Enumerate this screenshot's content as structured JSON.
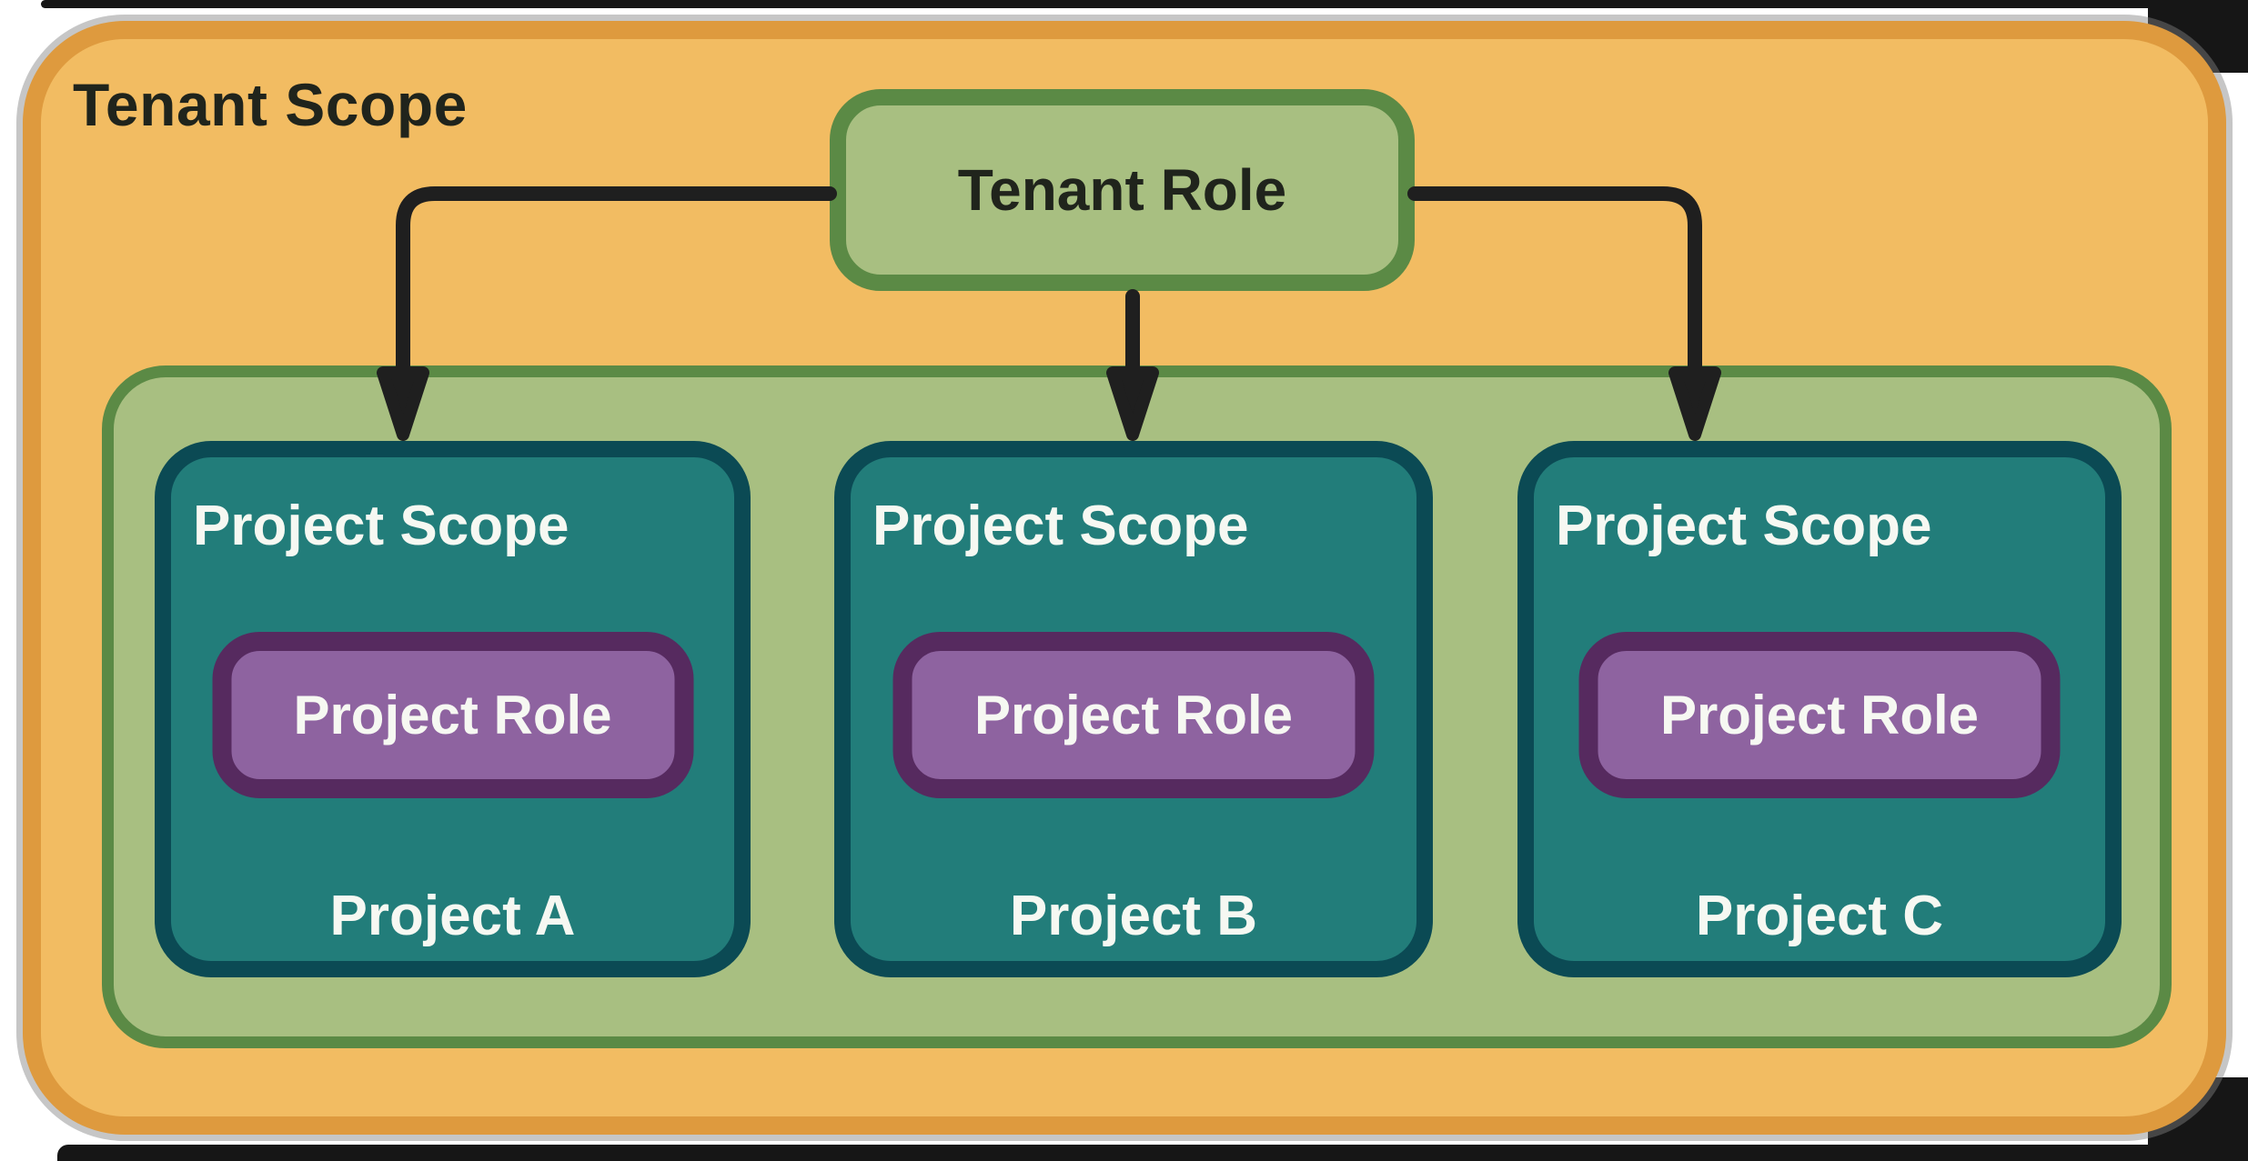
{
  "colors": {
    "orange-fill": "#f2bc62",
    "orange-border": "#de9a3e",
    "green-fill": "#a8bf81",
    "green-border": "#5b8a45",
    "teal-fill": "#227d7a",
    "teal-border": "#0b4a54",
    "purple-fill": "#8e63a0",
    "purple-border": "#562a5f",
    "ink": "#20241c",
    "paper-text": "#f6f8f2",
    "line": "#1f1f1f"
  },
  "tenant": {
    "scope_label": "Tenant Scope",
    "role_label": "Tenant Role"
  },
  "projects": [
    {
      "scope_label": "Project Scope",
      "role_label": "Project Role",
      "name": "Project A"
    },
    {
      "scope_label": "Project Scope",
      "role_label": "Project Role",
      "name": "Project B"
    },
    {
      "scope_label": "Project Scope",
      "role_label": "Project Role",
      "name": "Project C"
    }
  ],
  "edges": [
    {
      "from": "Tenant Role",
      "to": "Project A"
    },
    {
      "from": "Tenant Role",
      "to": "Project B"
    },
    {
      "from": "Tenant Role",
      "to": "Project C"
    }
  ]
}
